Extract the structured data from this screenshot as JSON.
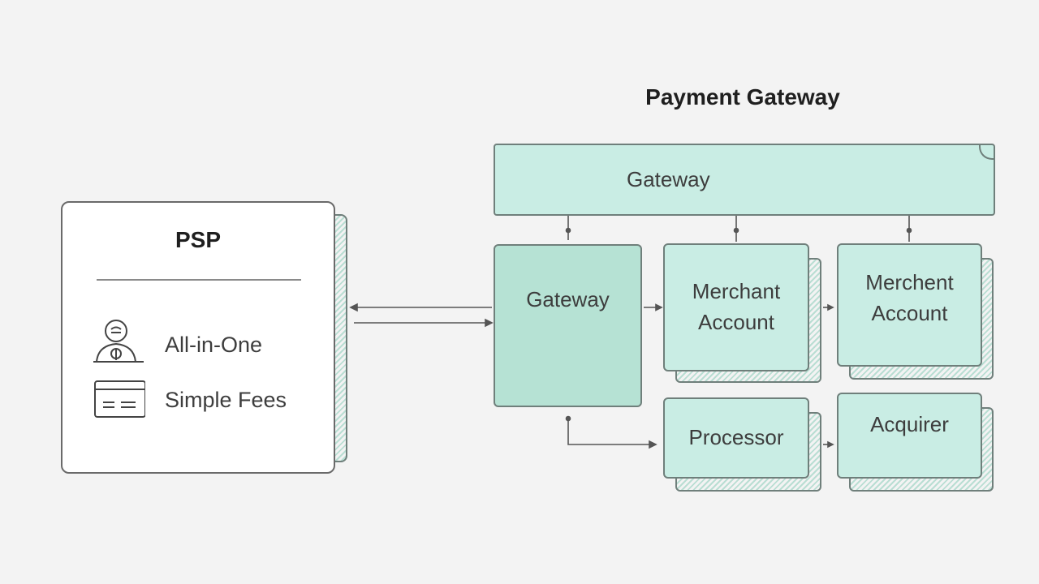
{
  "title": "Payment Gateway",
  "psp": {
    "title": "PSP",
    "features": [
      {
        "icon": "person-icon",
        "label": "All-in-One"
      },
      {
        "icon": "card-icon",
        "label": "Simple Fees"
      }
    ]
  },
  "gateway_bar": {
    "label": "Gateway"
  },
  "nodes": {
    "gateway": "Gateway",
    "merchant_1": "Merchant\nAccount",
    "merchant_2": "Merchent\nAccount",
    "processor": "Processor",
    "acquirer": "Acquirer"
  },
  "colors": {
    "node_fill": "#c9ede4",
    "gateway_fill": "#b6e2d4",
    "stroke": "#6f7f7b",
    "panel_fill": "#ffffff"
  }
}
